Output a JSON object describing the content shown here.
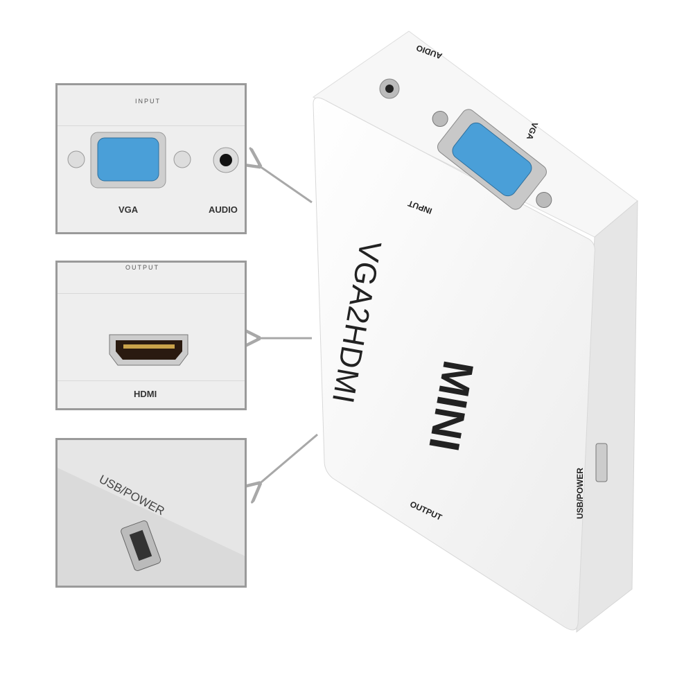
{
  "insets": {
    "input": {
      "header": "INPUT",
      "vga_label": "VGA",
      "audio_label": "AUDIO"
    },
    "output": {
      "header": "OUTPUT",
      "hdmi_label": "HDMI"
    },
    "power": {
      "label": "USB/POWER"
    }
  },
  "device": {
    "audio_label": "AUDIO",
    "vga_label": "VGA",
    "input_label": "INPUT",
    "model": "VGA2HDMI",
    "badge": "MINI",
    "output_label": "OUTPUT",
    "usb_label": "USB/POWER"
  },
  "colors": {
    "vga_port": "#4a9fd8",
    "body": "#f4f4f4",
    "frame": "#9a9a9a",
    "arrow": "#a8a8a8"
  }
}
